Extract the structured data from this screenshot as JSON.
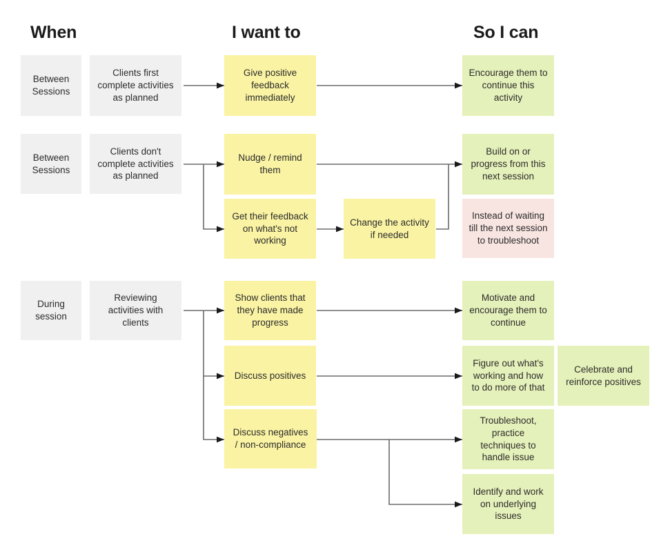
{
  "headers": {
    "when": "When",
    "i_want_to": "I want to",
    "so_i_can": "So I can"
  },
  "colors": {
    "context_gray": "#f0f0f0",
    "action_yellow": "#faf3a3",
    "outcome_green": "#e5f1ba",
    "warning_pink": "#f8e5e1",
    "arrow_line": "#6b6b6b",
    "arrow_head": "#1a1a1a",
    "text": "#2b2b2b"
  },
  "boxes": {
    "when_1": "Between Sessions",
    "trigger_1": "Clients first complete activities as planned",
    "action_1": "Give positive feedback immediately",
    "outcome_1": "Encourage them to continue this activity",
    "when_2": "Between Sessions",
    "trigger_2": "Clients don't complete activities as planned",
    "action_2a": "Nudge / remind them",
    "outcome_2": "Build on or progress from this next session",
    "action_2b": "Get their feedback on what's not working",
    "action_2c": "Change the activity if needed",
    "warning_2": "Instead of waiting till the next session to troubleshoot",
    "when_3": "During session",
    "trigger_3": "Reviewing activities with clients",
    "action_3a": "Show clients that they have made progress",
    "outcome_3a": "Motivate and encourage them to continue",
    "action_3b": "Discuss positives",
    "outcome_3b": "Figure out what's working and how to do more of that",
    "outcome_3e": "Celebrate and reinforce positives",
    "action_3c": "Discuss negatives / non-compliance",
    "outcome_3c": "Troubleshoot, practice techniques to handle issue",
    "outcome_3d": "Identify and work on underlying issues"
  }
}
